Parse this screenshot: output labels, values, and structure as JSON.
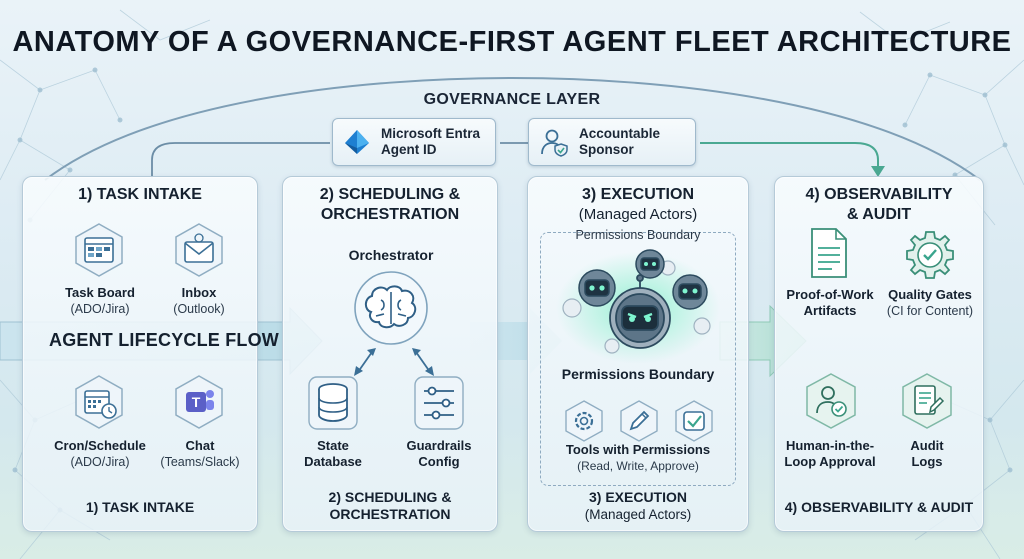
{
  "title": "ANATOMY OF A GOVERNANCE-FIRST AGENT FLEET ARCHITECTURE",
  "governance": {
    "label": "GOVERNANCE LAYER",
    "badges": [
      {
        "icon": "entra-id-icon",
        "line1": "Microsoft Entra",
        "line2": "Agent ID"
      },
      {
        "icon": "sponsor-user-shield-icon",
        "line1": "Accountable",
        "line2": "Sponsor"
      }
    ]
  },
  "flow_label": "AGENT LIFECYCLE FLOW",
  "stages": {
    "intake": {
      "title": "1) TASK INTAKE",
      "footer": "1) TASK INTAKE",
      "items": [
        {
          "icon": "kanban-board-icon",
          "name": "Task Board",
          "detail": "(ADO/Jira)"
        },
        {
          "icon": "inbox-envelope-icon",
          "name": "Inbox",
          "detail": "(Outlook)"
        },
        {
          "icon": "calendar-clock-icon",
          "name": "Cron/Schedule",
          "detail": "(ADO/Jira)"
        },
        {
          "icon": "teams-chat-icon",
          "name": "Chat",
          "detail": "(Teams/Slack)"
        }
      ]
    },
    "scheduling": {
      "title_line1": "2) SCHEDULING &",
      "title_line2": "ORCHESTRATION",
      "footer_line1": "2) SCHEDULING &",
      "footer_line2": "ORCHESTRATION",
      "orchestrator": "Orchestrator",
      "items": [
        {
          "icon": "database-icon",
          "line1": "State",
          "line2": "Database"
        },
        {
          "icon": "sliders-config-icon",
          "line1": "Guardrails",
          "line2": "Config"
        }
      ]
    },
    "execution": {
      "title": "3) EXECUTION",
      "subtitle": "(Managed Actors)",
      "footer": "3) EXECUTION",
      "footer_sub": "(Managed Actors)",
      "boundary_top": "Permissions Boundary",
      "boundary_mid": "Permissions Boundary",
      "tools_title": "Tools with Permissions",
      "tools_detail": "(Read, Write, Approve)",
      "tool_icons": [
        "gear-read-icon",
        "pencil-write-icon",
        "check-approve-icon"
      ]
    },
    "observability": {
      "title_line1": "4) OBSERVABILITY",
      "title_line2": "& AUDIT",
      "footer": "4) OBSERVABILITY & AUDIT",
      "items": [
        {
          "icon": "document-artifact-icon",
          "line1": "Proof-of-Work",
          "line2": "Artifacts"
        },
        {
          "icon": "gear-check-icon",
          "line1": "Quality Gates",
          "line2": "(CI for Content)"
        },
        {
          "icon": "human-approval-icon",
          "line1": "Human-in-the-",
          "line2": "Loop Approval"
        },
        {
          "icon": "audit-log-icon",
          "line1": "Audit",
          "line2": "Logs"
        }
      ]
    }
  },
  "colors": {
    "accent_teal": "#3aa58d",
    "icon_blue": "#3b6f96",
    "arrow_fill": "#cfe6ef",
    "robot_glow": "#7fe8c4"
  }
}
